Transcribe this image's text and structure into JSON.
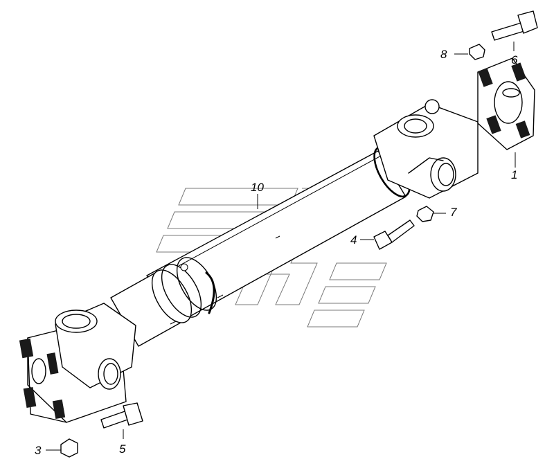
{
  "callouts": {
    "p1": "1",
    "p3": "3",
    "p4": "4",
    "p5": "5",
    "p6": "6",
    "p7": "7",
    "p8": "8",
    "p10": "10"
  }
}
